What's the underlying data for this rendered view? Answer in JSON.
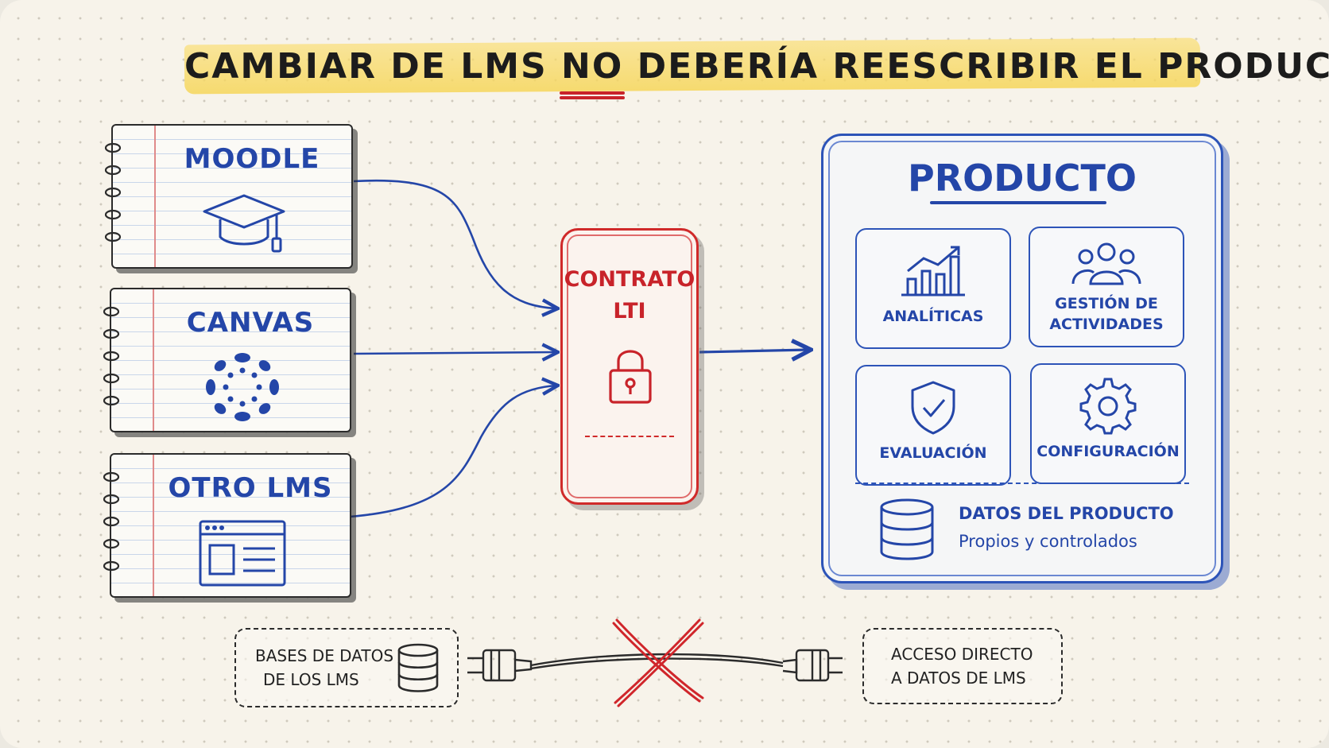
{
  "title": {
    "before": "CAMBIAR DE LMS",
    "emphasis": "NO",
    "after": "DEBERÍA REESCRIBIR EL PRODUCTO"
  },
  "sources": [
    {
      "label": "MOODLE",
      "icon": "graduation-cap-icon"
    },
    {
      "label": "CANVAS",
      "icon": "canvas-logo-icon"
    },
    {
      "label": "OTRO LMS",
      "icon": "browser-window-icon"
    }
  ],
  "contract": {
    "line1": "CONTRATO",
    "line2": "LTI",
    "icon": "padlock-icon"
  },
  "product": {
    "title": "PRODUCTO",
    "modules": [
      {
        "label": "ANALÍTICAS",
        "icon": "bar-chart-icon"
      },
      {
        "label": "GESTIÓN DE ACTIVIDADES",
        "line1": "GESTIÓN DE",
        "line2": "ACTIVIDADES",
        "icon": "people-group-icon"
      },
      {
        "label": "EVALUACIÓN",
        "icon": "shield-check-icon"
      },
      {
        "label": "CONFIGURACIÓN",
        "icon": "gear-icon"
      }
    ],
    "data": {
      "title": "DATOS DEL PRODUCTO",
      "subtitle": "Propios y controlados",
      "icon": "database-icon"
    }
  },
  "forbidden": {
    "left": {
      "line1": "BASES DE DATOS",
      "line2": "DE LOS LMS",
      "icon": "database-icon"
    },
    "right": {
      "line1": "ACCESO DIRECTO",
      "line2": "A DATOS DE LMS"
    },
    "connector": "unplugged-cable-icon",
    "mark": "red-x-icon"
  },
  "colors": {
    "blue": "#2446a8",
    "red": "#c8232a",
    "highlight": "#f6d65a",
    "ink": "#2b2b2b"
  }
}
